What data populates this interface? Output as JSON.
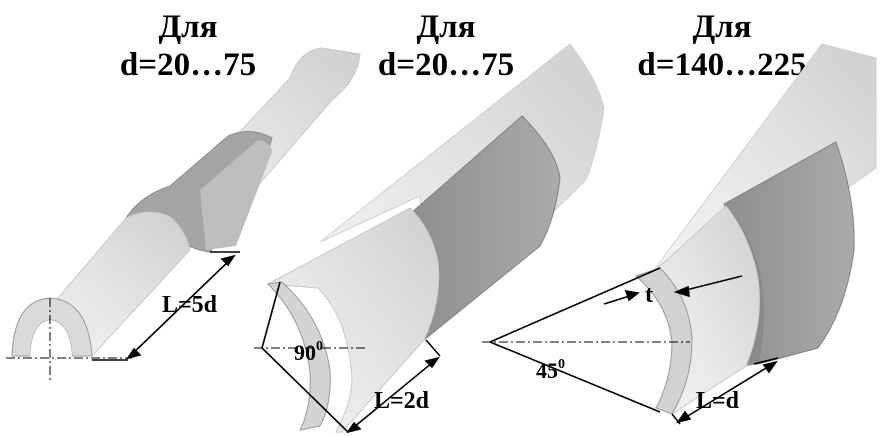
{
  "panels": [
    {
      "title": "Для",
      "range": "d=20…75",
      "dimension": "L=5d"
    },
    {
      "title": "Для",
      "range": "d=20…75",
      "angle": "90",
      "angle_superscript": "0",
      "dimension": "L=2d"
    },
    {
      "title": "Для",
      "range": "d=140…225",
      "angle": "45",
      "angle_superscript": "0",
      "thickness": "t",
      "dimension": "L=d"
    }
  ],
  "colors": {
    "light": "#e6e6e6",
    "mid": "#d2d2d2",
    "band": "#9e9e9e",
    "band_dark": "#8a8a8a",
    "ink": "#000000"
  }
}
